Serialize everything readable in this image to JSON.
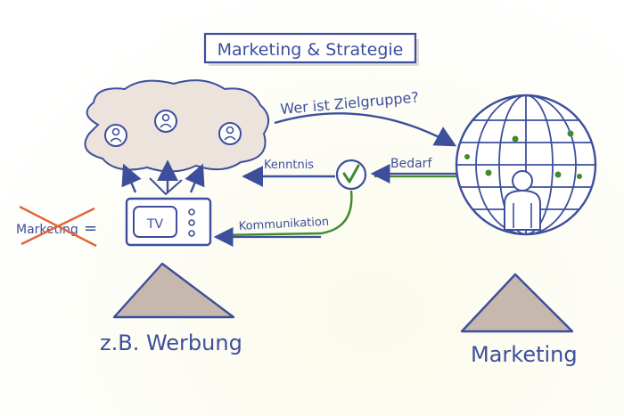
{
  "title": "Marketing & Strategie",
  "labels": {
    "zielgruppe": "Wer ist Zielgruppe?",
    "kenntnis": "Kenntnis",
    "bedarf": "Bedarf",
    "kommunikation": "Kommunikation",
    "tv": "TV",
    "marketing_struck": "Marketing",
    "equals": "=",
    "werbung": "z.B. Werbung",
    "marketing": "Marketing"
  },
  "icons": {
    "check": "check-mark-icon",
    "globe": "globe-icon",
    "person": "person-icon",
    "tv": "television-icon",
    "cloud": "audience-cloud-icon",
    "triangle": "triangle-icon"
  },
  "colors": {
    "ink_blue": "#3d4f9c",
    "ink_green": "#3f8a2e",
    "ink_orange": "#e0653a",
    "shade_beige": "#c7b8ae",
    "cloud_fill": "#ebe3dc"
  }
}
